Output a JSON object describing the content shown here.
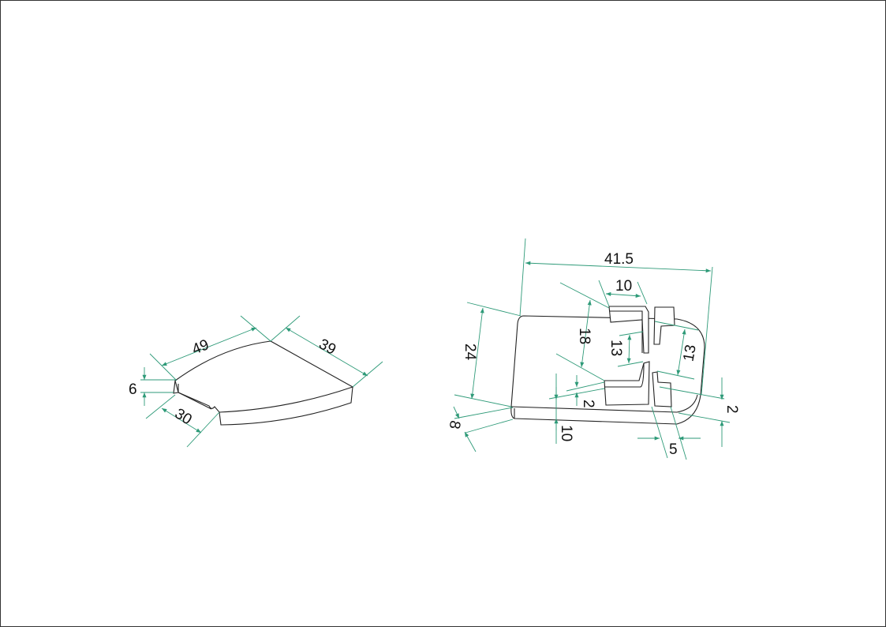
{
  "drawing": {
    "left_part": {
      "dimensions": {
        "length_a": "49",
        "length_b": "39",
        "thickness": "6",
        "slot_length": "30"
      }
    },
    "right_part": {
      "dimensions": {
        "overall_width": "41.5",
        "depth": "24",
        "slot_spacing": "18",
        "clip_width": "10",
        "gap_left": "13",
        "gap_right": "13",
        "lip_left": "2",
        "lip_right": "2",
        "plate_thickness": "8",
        "base_height": "10",
        "slot_gap": "5"
      }
    },
    "colors": {
      "dimension": "#2e9a78",
      "outline": "#222222"
    }
  }
}
